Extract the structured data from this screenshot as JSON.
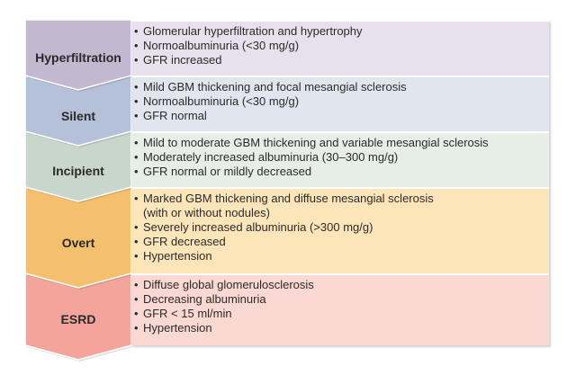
{
  "colors": {
    "hyperfiltration": {
      "chevron": "#c2b9d1",
      "panel": "#e6e1ec"
    },
    "silent": {
      "chevron": "#b4c1d8",
      "panel": "#e0e5ee"
    },
    "incipient": {
      "chevron": "#c9d6cb",
      "panel": "#e7ede7"
    },
    "overt": {
      "chevron": "#f5c06e",
      "panel": "#fce5b9"
    },
    "esrd": {
      "chevron": "#f3a59c",
      "panel": "#fbd8d2"
    }
  },
  "stages": [
    {
      "label": "Hyperfiltration",
      "bullets": [
        "Glomerular hyperfiltration and hypertrophy",
        "Normoalbuminuria (<30 mg/g)",
        "GFR increased"
      ]
    },
    {
      "label": "Silent",
      "bullets": [
        "Mild GBM thickening and focal mesangial sclerosis",
        "Normoalbuminuria (<30 mg/g)",
        "GFR normal"
      ]
    },
    {
      "label": "Incipient",
      "bullets": [
        "Mild to moderate GBM thickening and variable mesangial sclerosis",
        "Moderately increased albuminuria (30–300 mg/g)",
        "GFR normal or mildly decreased"
      ]
    },
    {
      "label": "Overt",
      "bullets": [
        "Marked GBM thickening and diffuse mesangial sclerosis",
        "(with or without nodules)",
        "Severely increased albuminuria (>300 mg/g)",
        "GFR decreased",
        "Hypertension"
      ]
    },
    {
      "label": "ESRD",
      "bullets": [
        "Diffuse global glomerulosclerosis",
        "Decreasing albuminuria",
        "GFR < 15 ml/min",
        "Hypertension"
      ]
    }
  ]
}
